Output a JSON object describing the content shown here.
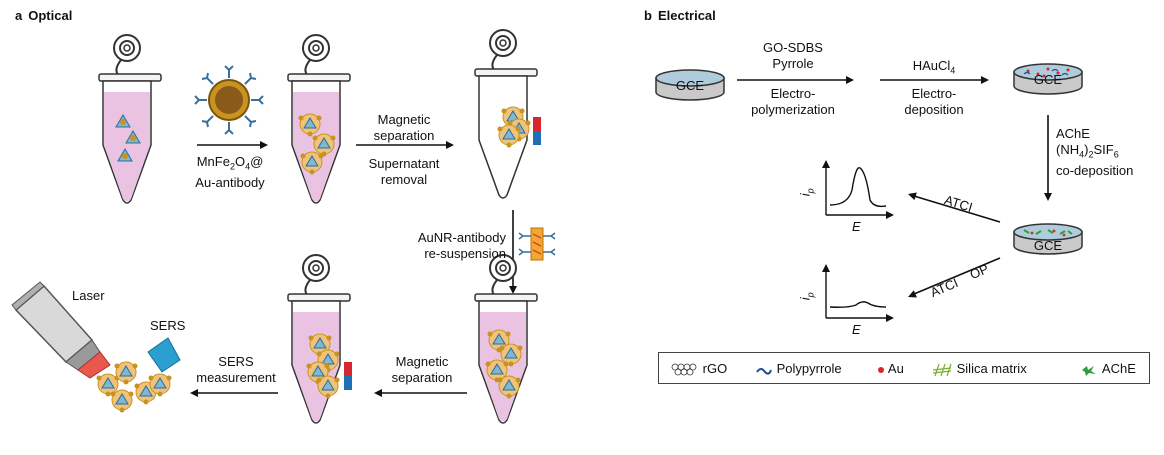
{
  "panel_a": {
    "letter": "a",
    "title": "Optical",
    "step1_line1": "MnFe",
    "step1_sub1": "2",
    "step1_mid": "O",
    "step1_sub2": "4",
    "step1_end": "@",
    "step1_line2": "Au-antibody",
    "step2_line1": "Magnetic",
    "step2_line2": "separation",
    "step2_line3": "Supernatant",
    "step2_line4": "removal",
    "step3_line1": "AuNR-antibody",
    "step3_line2": "re-suspension",
    "step4_line1": "Magnetic",
    "step4_line2": "separation",
    "step5_line1": "SERS",
    "step5_line2": "measurement",
    "laser": "Laser",
    "sers": "SERS"
  },
  "panel_b": {
    "letter": "b",
    "title": "Electrical",
    "gce": "GCE",
    "step1_line1": "GO-SDBS",
    "step1_line2": "Pyrrole",
    "step1_line3": "Electro-",
    "step1_line4": "polymerization",
    "step2_line1": "HAuCl",
    "step2_sub": "4",
    "step2_line2": "Electro-",
    "step2_line3": "deposition",
    "step3_line1": "AChE",
    "step3_line2a": "(NH",
    "step3_sub1": "4",
    "step3_line2b": ")",
    "step3_sub2": "2",
    "step3_line2c": "SIF",
    "step3_sub3": "6",
    "step3_line3": "co-deposition",
    "atci": "ATCI",
    "op": "OP",
    "y_axis": "i",
    "y_sub": "p",
    "x_axis": "E"
  },
  "legend": {
    "items": [
      {
        "icon": "rgo-icon",
        "label": "rGO"
      },
      {
        "icon": "polypyrrole-icon",
        "label": "Polypyrrole"
      },
      {
        "icon": "au-icon",
        "label": "Au"
      },
      {
        "icon": "silica-matrix-icon",
        "label": "Silica matrix"
      },
      {
        "icon": "ache-icon",
        "label": "AChE"
      }
    ]
  },
  "colors": {
    "tube": "#eac3e3",
    "gce_top": "#aeccdc",
    "gce_body": "#c9c9c9",
    "magnet_red": "#d8262e",
    "magnet_blue": "#1f6fb5",
    "nanoparticle": "#c9931f",
    "laser": "#e8584c",
    "sers_cone": "#2a9fd0"
  }
}
